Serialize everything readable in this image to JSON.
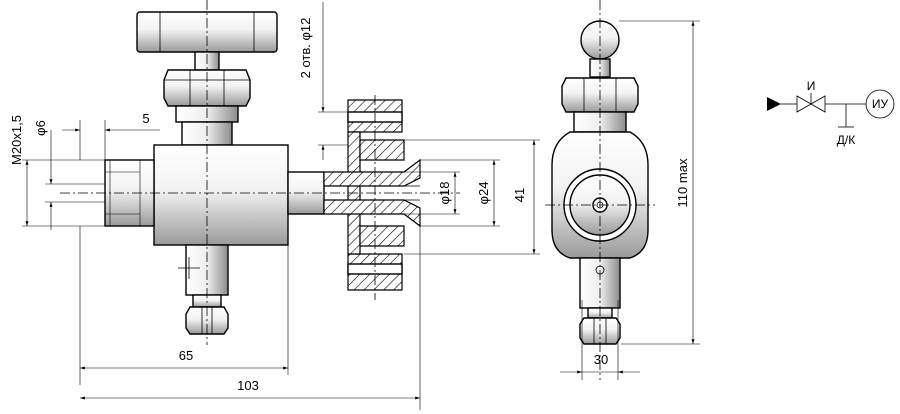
{
  "dimensions": {
    "thread": "M20x1,5",
    "bore": "φ6",
    "shoulder": "5",
    "holes": "2 отв. φ12",
    "bore_inner": "φ18",
    "bore_outer": "φ24",
    "flange": "41",
    "body_length": "65",
    "total_length": "103",
    "width": "30",
    "height": "110 max"
  },
  "schematic": {
    "valve_label": "И",
    "instrument_label": "ИУ",
    "drain_label": "Д/К"
  }
}
